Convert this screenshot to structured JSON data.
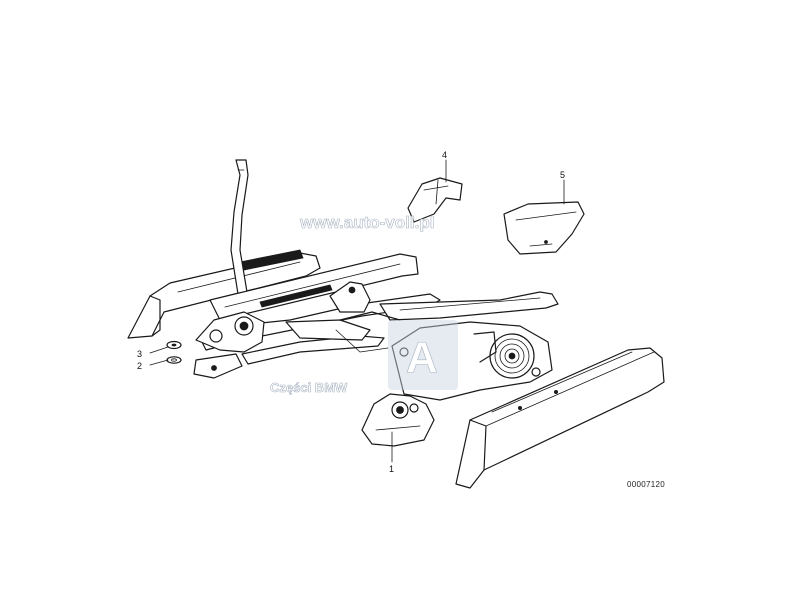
{
  "callouts": [
    "1",
    "2",
    "3",
    "4",
    "5"
  ],
  "reference_number": "00007120",
  "watermark": {
    "url": "www.auto-voll.pl",
    "text": "Części BMW",
    "logo_letter": "A"
  }
}
